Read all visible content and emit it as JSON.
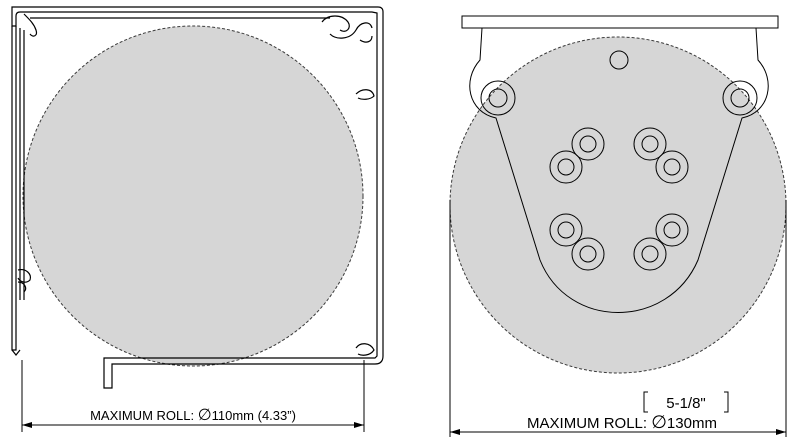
{
  "left_diagram": {
    "dimension_prefix": "MAXIMUM ROLL: ",
    "diameter_symbol": "∅",
    "dimension_value": "110mm (4.33”)"
  },
  "right_diagram": {
    "dimension_prefix": "MAXIMUM ROLL: ",
    "diameter_symbol": "∅",
    "dimension_value": "130mm",
    "imperial_value": "5-1/8\""
  }
}
